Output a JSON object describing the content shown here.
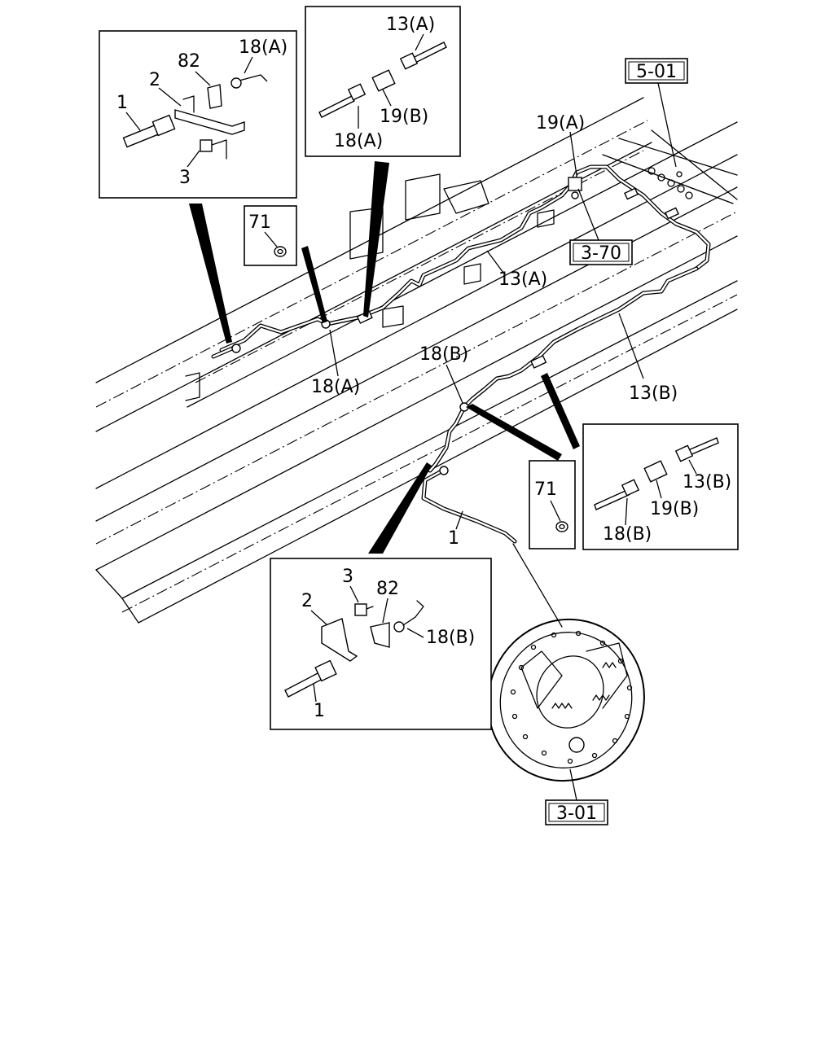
{
  "labels": {
    "ref_5_01": "5-01",
    "ref_3_70": "3-70",
    "ref_3_01": "3-01",
    "p19a_main": "19(A)",
    "p13a_main": "13(A)",
    "p18a_main": "18(A)",
    "p18b_main": "18(B)",
    "p13b_main": "13(B)",
    "p1_main": "1",
    "d1": {
      "p18a": "18(A)",
      "p82": "82",
      "p2": "2",
      "p1": "1",
      "p3": "3"
    },
    "d2": {
      "p13a": "13(A)",
      "p19b": "19(B)",
      "p18a": "18(A)"
    },
    "d3": {
      "p71": "71"
    },
    "d4": {
      "p71": "71"
    },
    "d5": {
      "p13b": "13(B)",
      "p19b": "19(B)",
      "p18b": "18(B)"
    },
    "d6": {
      "p3": "3",
      "p82": "82",
      "p2": "2",
      "p18b": "18(B)",
      "p1": "1"
    }
  }
}
